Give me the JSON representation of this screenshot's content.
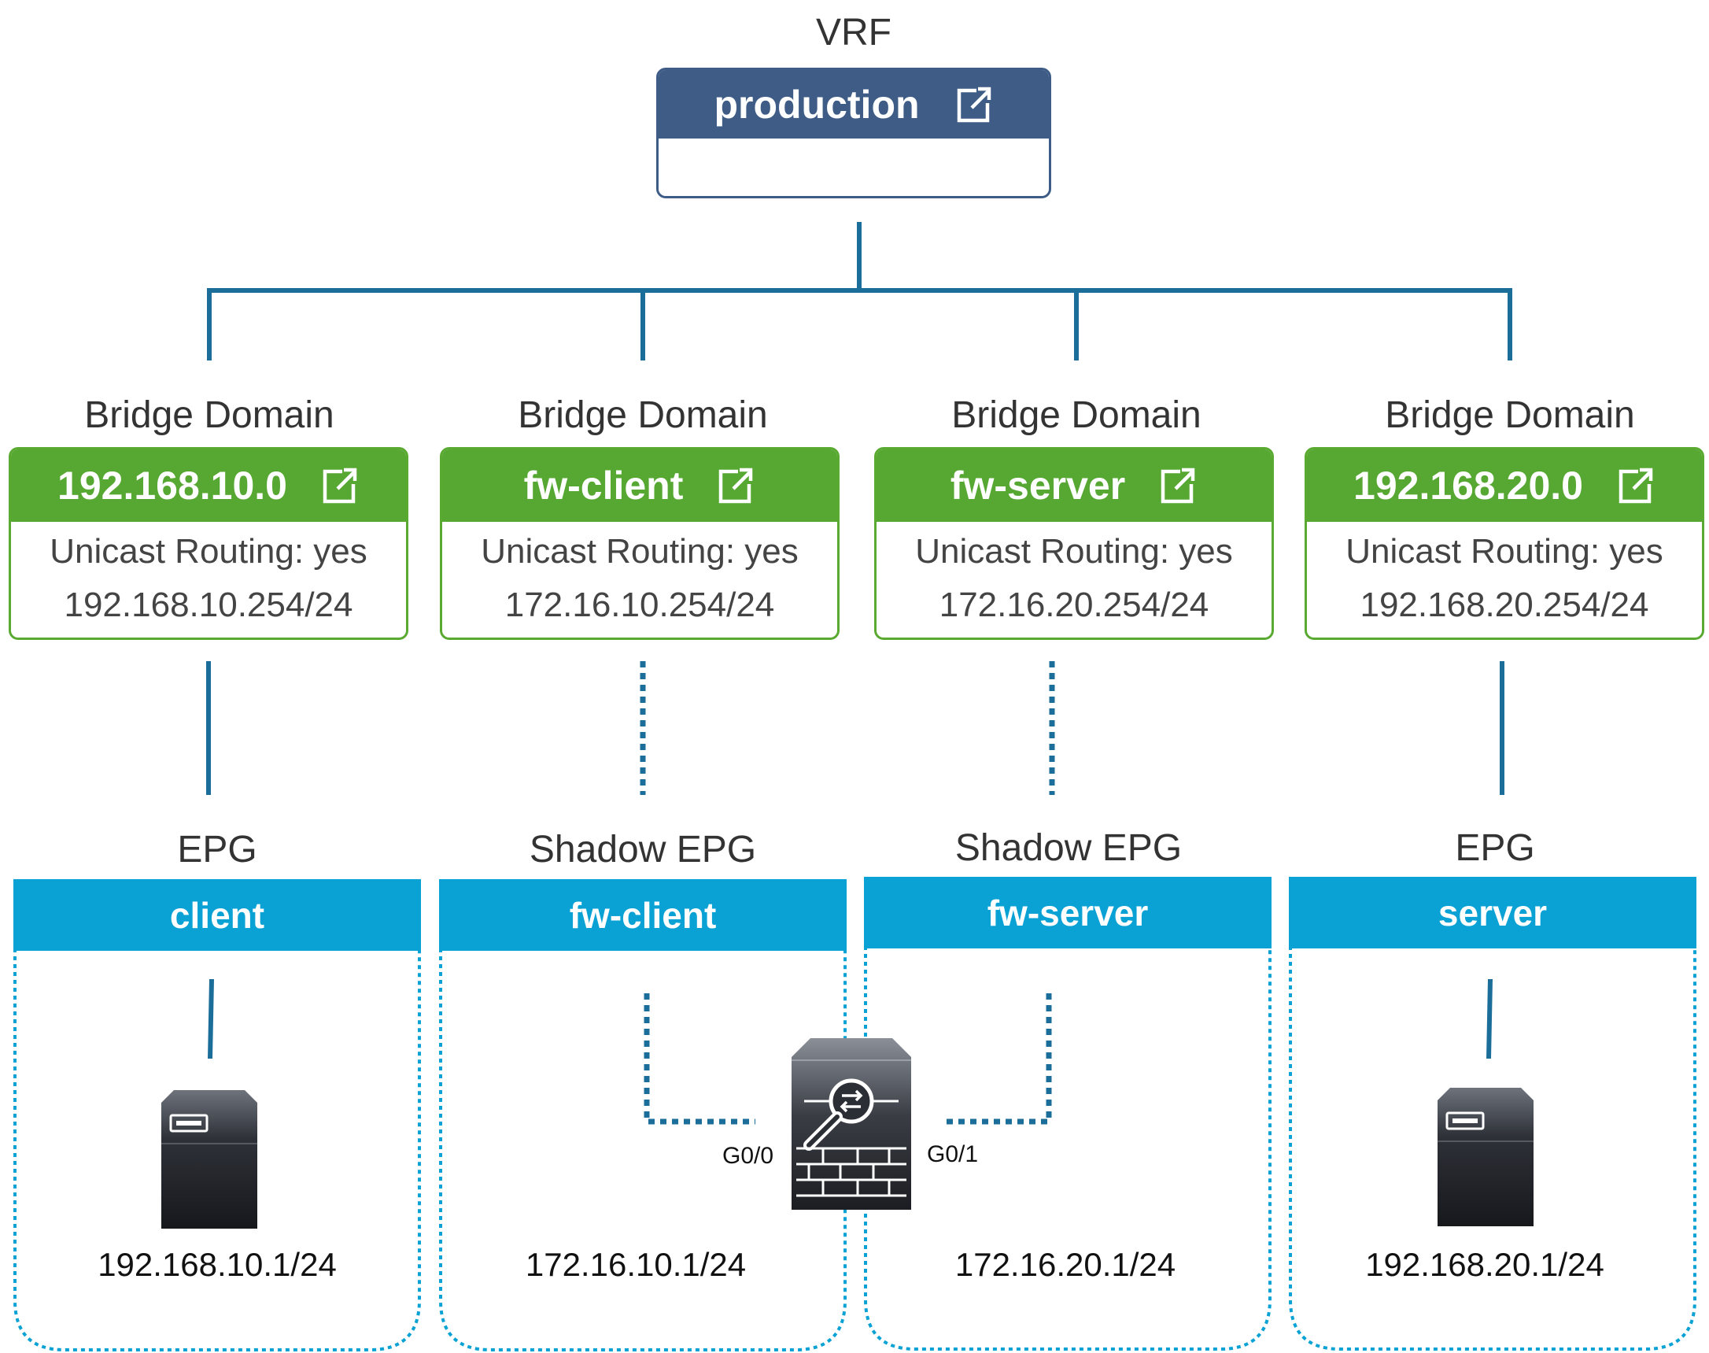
{
  "vrf": {
    "caption": "VRF",
    "name": "production"
  },
  "bridge_domains": [
    {
      "caption": "Bridge Domain",
      "name": "192.168.10.0",
      "routing": "Unicast Routing: yes",
      "subnet": "192.168.10.254/24"
    },
    {
      "caption": "Bridge Domain",
      "name": "fw-client",
      "routing": "Unicast Routing: yes",
      "subnet": "172.16.10.254/24"
    },
    {
      "caption": "Bridge Domain",
      "name": "fw-server",
      "routing": "Unicast Routing: yes",
      "subnet": "172.16.20.254/24"
    },
    {
      "caption": "Bridge Domain",
      "name": "192.168.20.0",
      "routing": "Unicast Routing: yes",
      "subnet": "192.168.20.254/24"
    }
  ],
  "epgs": [
    {
      "caption": "EPG",
      "name": "client",
      "ip": "192.168.10.1/24"
    },
    {
      "caption": "Shadow EPG",
      "name": "fw-client",
      "ip": "172.16.10.1/24"
    },
    {
      "caption": "Shadow EPG",
      "name": "fw-server",
      "ip": "172.16.20.1/24"
    },
    {
      "caption": "EPG",
      "name": "server",
      "ip": "192.168.20.1/24"
    }
  ],
  "firewall": {
    "port_left": "G0/0",
    "port_right": "G0/1"
  },
  "colors": {
    "vrf": "#3e5c86",
    "bridge_domain": "#56a832",
    "epg": "#0aa2d4",
    "wire": "#1c6e9a"
  }
}
